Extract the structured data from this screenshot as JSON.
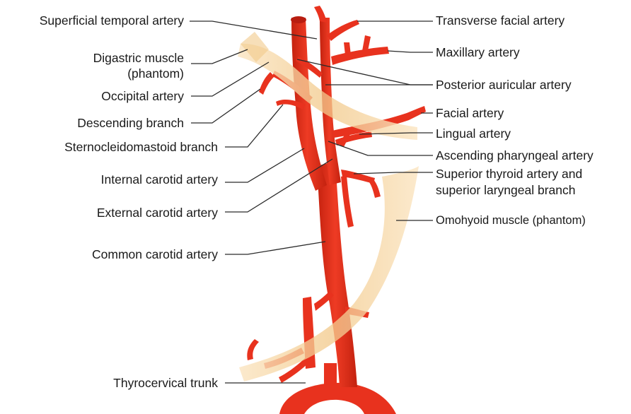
{
  "colors": {
    "artery": "#e8321e",
    "artery_dark": "#b81d10",
    "artery_light": "#f06a55",
    "muscle_phantom": "#f2c98a",
    "leader_line": "#2a2a2a"
  },
  "labels_left": {
    "superficial_temporal": "Superficial temporal artery",
    "digastric_line1": "Digastric muscle",
    "digastric_line2": "(phantom)",
    "occipital": "Occipital artery",
    "descending_branch": "Descending branch",
    "sternocleidomastoid": "Sternocleidomastoid branch",
    "internal_carotid": "Internal carotid artery",
    "external_carotid": "External carotid artery",
    "common_carotid": "Common carotid artery",
    "thyrocervical": "Thyrocervical trunk"
  },
  "labels_right": {
    "transverse_facial": "Transverse facial artery",
    "maxillary": "Maxillary artery",
    "posterior_auricular": "Posterior auricular artery",
    "facial": "Facial artery",
    "lingual": "Lingual artery",
    "ascending_pharyngeal": "Ascending pharyngeal artery",
    "superior_thyroid_line1": "Superior thyroid artery and",
    "superior_thyroid_line2": "superior laryngeal branch",
    "omohyoid": "Omohyoid muscle (phantom)"
  }
}
